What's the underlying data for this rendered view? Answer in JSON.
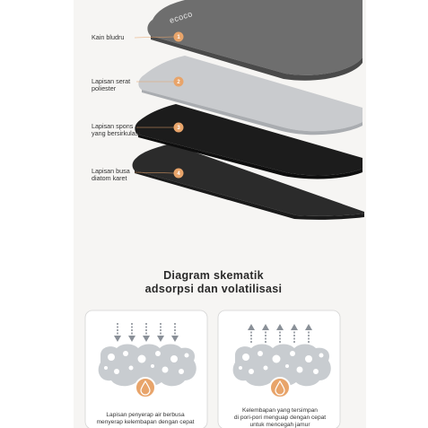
{
  "brand": {
    "logo_text": "ecoco"
  },
  "layers": [
    {
      "num": "1",
      "label_lines": [
        "Kain bludru"
      ]
    },
    {
      "num": "2",
      "label_lines": [
        "Lapisan serat",
        "poliester"
      ]
    },
    {
      "num": "3",
      "label_lines": [
        "Lapisan spons",
        "yang bersirkulasi"
      ]
    },
    {
      "num": "4",
      "label_lines": [
        "Lapisan busa",
        "diatom karet"
      ]
    }
  ],
  "diagram": {
    "title_lines": [
      "Diagram skematik",
      "adsorpsi dan volatilisasi"
    ],
    "left": {
      "caption_lines": [
        "Lapisan penyerap air berbusa",
        "menyerap kelembapan dengan cepat"
      ]
    },
    "right": {
      "caption_lines": [
        "Kelembapan yang tersimpan",
        "di pori-pori menguap dengan cepat",
        "untuk mencegah jamur"
      ]
    }
  },
  "colors": {
    "accent_orange": "#e8a46a",
    "layer_velvet": "#6e6e6e",
    "layer_polyester": "#c9cbce",
    "layer_sponge": "#1c1c1c",
    "layer_foam": "#2b2b2b",
    "arrow_gray": "#8a9098",
    "foam_gray": "#c8ccd0"
  }
}
